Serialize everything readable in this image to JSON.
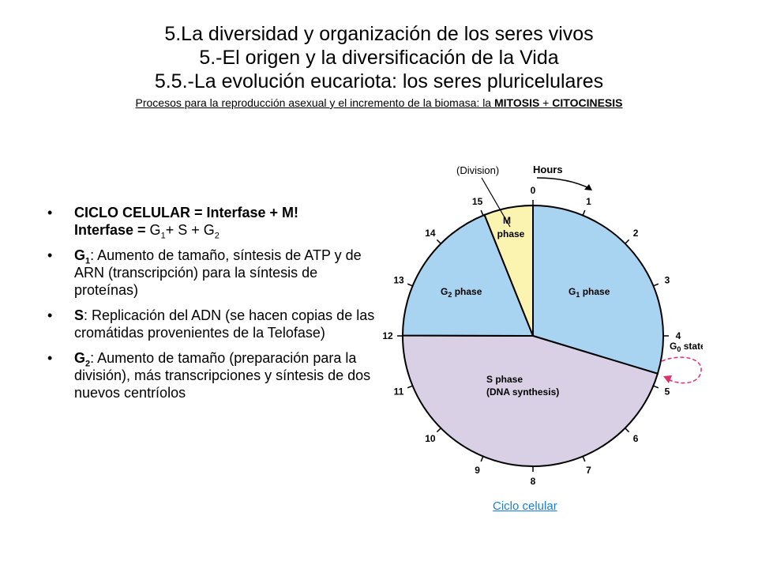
{
  "title": {
    "line1": "5.La diversidad y organización de los seres vivos",
    "line2": "5.-El origen y la diversificación de la Vida",
    "line3": "5.5.-La evolución eucariota: los seres pluricelulares",
    "subtitle_prefix": "Procesos para la reproducción asexual y el incremento de la biomasa: la ",
    "subtitle_bold1": "MITOSIS",
    "subtitle_plus": " + ",
    "subtitle_bold2": "CITOCINESIS"
  },
  "bullets": [
    {
      "line1": "CICLO CELULAR",
      "line1_rest": " = Interfase +  M!",
      "line2_bold": "Interfase = ",
      "line2_g": "G",
      "line2_sub1": "1",
      "line2_mid": "+ S + G",
      "line2_sub2": "2"
    },
    {
      "label": "G",
      "sub": "1",
      "text": ": Aumento de tamaño, síntesis de ATP y de ARN (transcripción) para la síntesis de proteínas)"
    },
    {
      "label": "S",
      "text": ": Replicación del ADN (se hacen copias de las cromátidas provenientes de la Telofase)"
    },
    {
      "label": "G",
      "sub": "2",
      "text": ": Aumento de tamaño (preparación para la división), más transcripciones y síntesis de dos nuevos centríolos"
    }
  ],
  "bullet_glyph": "•",
  "diagram": {
    "hours_label": "Hours",
    "division_label": "(Division)",
    "hour_ticks": [
      "0",
      "1",
      "2",
      "3",
      "4",
      "5",
      "6",
      "7",
      "8",
      "9",
      "10",
      "11",
      "12",
      "13",
      "14",
      "15"
    ],
    "g0_label": "G",
    "g0_sub": "0",
    "g0_state": " state",
    "phases": [
      {
        "id": "g1",
        "label": "G",
        "sub": "1",
        "suffix": " phase",
        "color": "#a8d4f2"
      },
      {
        "id": "s",
        "label": "S phase",
        "label2": "(DNA synthesis)",
        "color": "#d9d0e6"
      },
      {
        "id": "g2",
        "label": "G",
        "sub": "2",
        "suffix": " phase",
        "color": "#a8d4f2"
      },
      {
        "id": "m",
        "label": "M",
        "label2": "phase",
        "color": "#fbf3b0"
      }
    ],
    "arrow_color": "#e0306a"
  },
  "link_text": "Ciclo celular"
}
